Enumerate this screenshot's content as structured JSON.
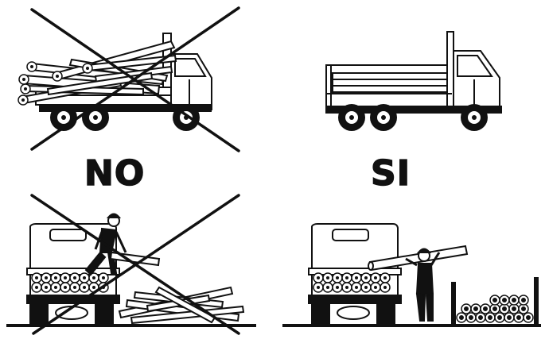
{
  "labels": {
    "no": "NO",
    "si": "SI"
  },
  "colors": {
    "ink": "#111111",
    "paper": "#ffffff",
    "pipe_shade": "#cfcfcf"
  },
  "panels": [
    {
      "id": "top-left",
      "verdict": "NO",
      "depicts": "truck-with-pipes-loaded-unevenly",
      "crossed_out": true
    },
    {
      "id": "top-right",
      "verdict": "SI",
      "depicts": "truck-with-pipes-loaded-neatly",
      "crossed_out": false
    },
    {
      "id": "bottom-left",
      "verdict": "NO",
      "depicts": "worker-throwing-pipes-from-truck",
      "crossed_out": true
    },
    {
      "id": "bottom-right",
      "verdict": "SI",
      "depicts": "worker-carrying-pipe-to-stack",
      "crossed_out": false
    }
  ]
}
